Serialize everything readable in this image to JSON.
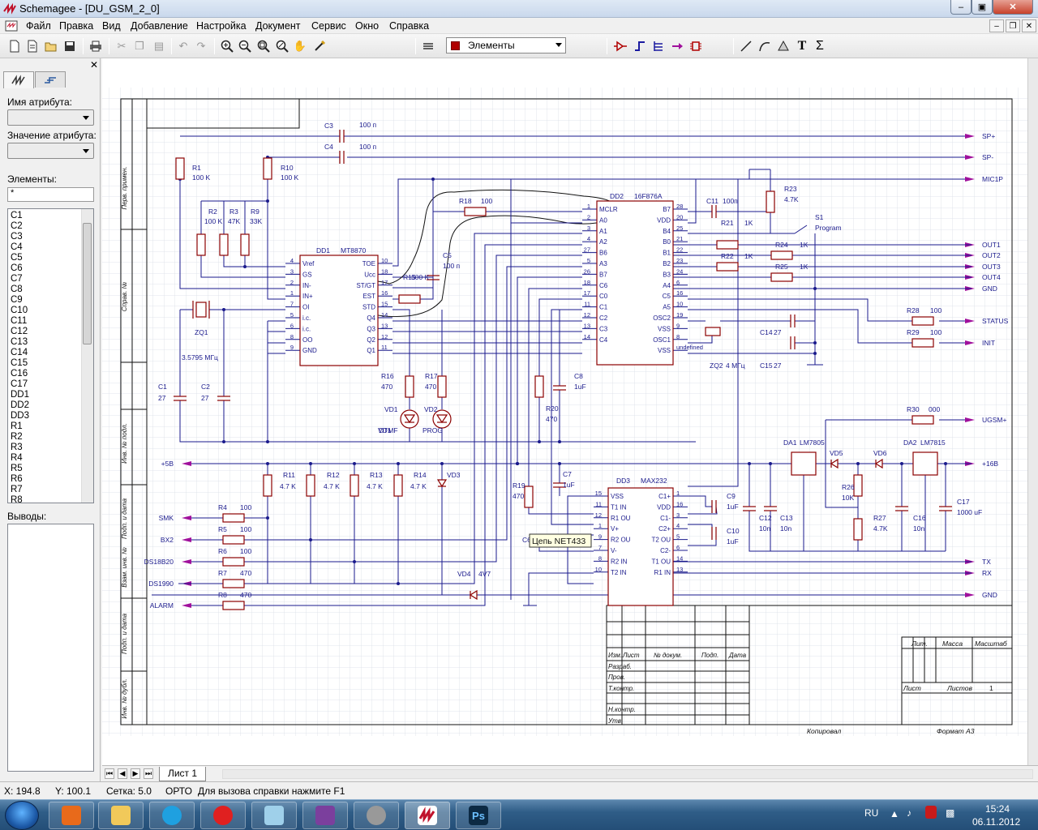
{
  "window": {
    "title": "Schemagee - [DU_GSM_2_0]"
  },
  "menu": [
    "Файл",
    "Правка",
    "Вид",
    "Добавление",
    "Настройка",
    "Документ",
    "Сервис",
    "Окно",
    "Справка"
  ],
  "toolbar": {
    "layer_value": "Элементы",
    "layer_color": "#b00000",
    "text_tool": "T",
    "sum_tool": "Σ"
  },
  "panel": {
    "attr_name_label": "Имя атрибута:",
    "attr_value_label": "Значение атрибута:",
    "elements_label": "Элементы:",
    "filter_value": "*",
    "pins_label": "Выводы:",
    "elements": [
      "C1",
      "C2",
      "C3",
      "C4",
      "C5",
      "C6",
      "C7",
      "C8",
      "C9",
      "C10",
      "C11",
      "C12",
      "C13",
      "C14",
      "C15",
      "C16",
      "C17",
      "DD1",
      "DD2",
      "DD3",
      "R1",
      "R2",
      "R3",
      "R4",
      "R5",
      "R6",
      "R7",
      "R8"
    ]
  },
  "schematic": {
    "side_labels": [
      "Перв. примен.",
      "Справ. №",
      "Инв. № подл.",
      "Подп. и дата",
      "Взам. инв. №",
      "Подп. и дата",
      "Инв. № дубл."
    ],
    "chips": {
      "dd1": {
        "ref": "DD1",
        "part": "MT8870",
        "left_pins": [
          "Vref",
          "GS",
          "IN-",
          "IN+",
          "OI",
          "i.c.",
          "i.c.",
          "OO",
          "GND"
        ],
        "right_pins": [
          "TOE",
          "Ucc",
          "ST/GT",
          "EST",
          "STD",
          "Q4",
          "Q3",
          "Q2",
          "Q1"
        ]
      },
      "dd2": {
        "ref": "DD2",
        "part": "16F876A",
        "left_pins": [
          "MCLR",
          "A0",
          "A1",
          "A2",
          "B6",
          "A3",
          "B7",
          "C6",
          "C0",
          "C1",
          "C2",
          "C3",
          "C4"
        ],
        "right_pins": [
          "B7",
          "VDD",
          "B4",
          "B0",
          "B1",
          "B2",
          "B3",
          "A4",
          "C5",
          "A5",
          "OSC2",
          "VSS",
          "OSC1",
          "VSS"
        ]
      },
      "dd3": {
        "ref": "DD3",
        "part": "MAX232",
        "left_pins": [
          "VSS",
          "T1 IN",
          "R1 OU",
          "V+",
          "R2 OU",
          "V-",
          "R2 IN",
          "T2 IN"
        ],
        "right_pins": [
          "C1+",
          "VDD",
          "C1-",
          "C2+",
          "T2 OU",
          "C2-",
          "T1 OU",
          "R1 IN"
        ]
      }
    },
    "nets_right": [
      "SP+",
      "SP-",
      "MIC1P",
      "OUT1",
      "OUT2",
      "OUT3",
      "OUT4",
      "GND",
      "STATUS",
      "INIT",
      "UGSM+",
      "+16В",
      "TX",
      "RX",
      "GND"
    ],
    "nets_left": [
      "+5В",
      "SMK",
      "BX2",
      "DS18B20",
      "DS1990",
      "ALARM"
    ],
    "components": [
      {
        "ref": "R1",
        "val": "100 K"
      },
      {
        "ref": "R2",
        "val": "100 K"
      },
      {
        "ref": "R3",
        "val": "47K"
      },
      {
        "ref": "R9",
        "val": "33K"
      },
      {
        "ref": "R10",
        "val": "100 K"
      },
      {
        "ref": "C3",
        "val": "100 п"
      },
      {
        "ref": "C4",
        "val": "100 п"
      },
      {
        "ref": "R18",
        "val": "100"
      },
      {
        "ref": "R15",
        "val": "300 K"
      },
      {
        "ref": "C5",
        "val": "100 п"
      },
      {
        "ref": "C11",
        "val": "100п"
      },
      {
        "ref": "R21",
        "val": "1K"
      },
      {
        "ref": "R23",
        "val": "4.7K"
      },
      {
        "ref": "S1",
        "val": "Program"
      },
      {
        "ref": "R22",
        "val": "1K"
      },
      {
        "ref": "R24",
        "val": "1K"
      },
      {
        "ref": "R25",
        "val": "1K"
      },
      {
        "ref": "R28",
        "val": "100"
      },
      {
        "ref": "R29",
        "val": "100"
      },
      {
        "ref": "C14",
        "val": "27"
      },
      {
        "ref": "C15",
        "val": "27"
      },
      {
        "ref": "ZQ2",
        "val": "4 МГц"
      },
      {
        "ref": "ZQ1",
        "val": "3.5795 МГц"
      },
      {
        "ref": "C1",
        "val": "27"
      },
      {
        "ref": "C2",
        "val": "27"
      },
      {
        "ref": "R16",
        "val": "470"
      },
      {
        "ref": "R17",
        "val": "470"
      },
      {
        "ref": "R20",
        "val": "470"
      },
      {
        "ref": "C8",
        "val": "1uF"
      },
      {
        "ref": "VD1",
        "val": "DTMF"
      },
      {
        "ref": "VD2",
        "val": "PROG"
      },
      {
        "ref": "R30",
        "val": "000"
      },
      {
        "ref": "DA1",
        "val": "LM7805"
      },
      {
        "ref": "DA2",
        "val": "LM7815"
      },
      {
        "ref": "VD5",
        "val": ""
      },
      {
        "ref": "VD6",
        "val": ""
      },
      {
        "ref": "R11",
        "val": "4.7 K"
      },
      {
        "ref": "R12",
        "val": "4.7 K"
      },
      {
        "ref": "R13",
        "val": "4.7 K"
      },
      {
        "ref": "R14",
        "val": "4.7 K"
      },
      {
        "ref": "VD3",
        "val": ""
      },
      {
        "ref": "R4",
        "val": "100"
      },
      {
        "ref": "R5",
        "val": "100"
      },
      {
        "ref": "R6",
        "val": "100"
      },
      {
        "ref": "R7",
        "val": "470"
      },
      {
        "ref": "R8",
        "val": "470"
      },
      {
        "ref": "R19",
        "val": "470"
      },
      {
        "ref": "C7",
        "val": "1uF"
      },
      {
        "ref": "C9",
        "val": "1uF"
      },
      {
        "ref": "C10",
        "val": "1uF"
      },
      {
        "ref": "C12",
        "val": "10n"
      },
      {
        "ref": "C13",
        "val": "10n"
      },
      {
        "ref": "R26",
        "val": "10K"
      },
      {
        "ref": "R27",
        "val": "4.7K"
      },
      {
        "ref": "C16",
        "val": "10n"
      },
      {
        "ref": "C17",
        "val": "1000 uF"
      },
      {
        "ref": "VD4",
        "val": "4V7"
      },
      {
        "ref": "C6",
        "val": ""
      }
    ],
    "tooltip": "Цепь NET433",
    "title_block": {
      "izm": "Изм.",
      "list": "Лист",
      "doc": "№ докум.",
      "podp": "Подп.",
      "date": "Дата",
      "razrab": "Разраб.",
      "prov": "Пров.",
      "tkontr": "Т.контр.",
      "nkontr": "Н.контр.",
      "utv": "Утв.",
      "lit": "Лит.",
      "massa": "Масса",
      "masshtab": "Масштаб",
      "sheet": "Лист",
      "sheets": "Листов",
      "sheets_num": "1",
      "kopir": "Копировал",
      "format": "Формат А3"
    }
  },
  "sheets": {
    "tab": "Лист 1"
  },
  "status": {
    "x": "X: 194.8",
    "y": "Y: 100.1",
    "grid": "Сетка: 5.0",
    "orto": "ОРТО",
    "hint": "Для вызова справки нажмите F1"
  },
  "taskbar": {
    "lang": "RU",
    "time": "15:24",
    "date": "06.11.2012"
  },
  "colors": {
    "wire": "#1a1a8c",
    "pin_text": "#1a1a8c",
    "net_arrow": "#a0109c",
    "component": "#8b0000",
    "grid": "#cfd6df"
  }
}
